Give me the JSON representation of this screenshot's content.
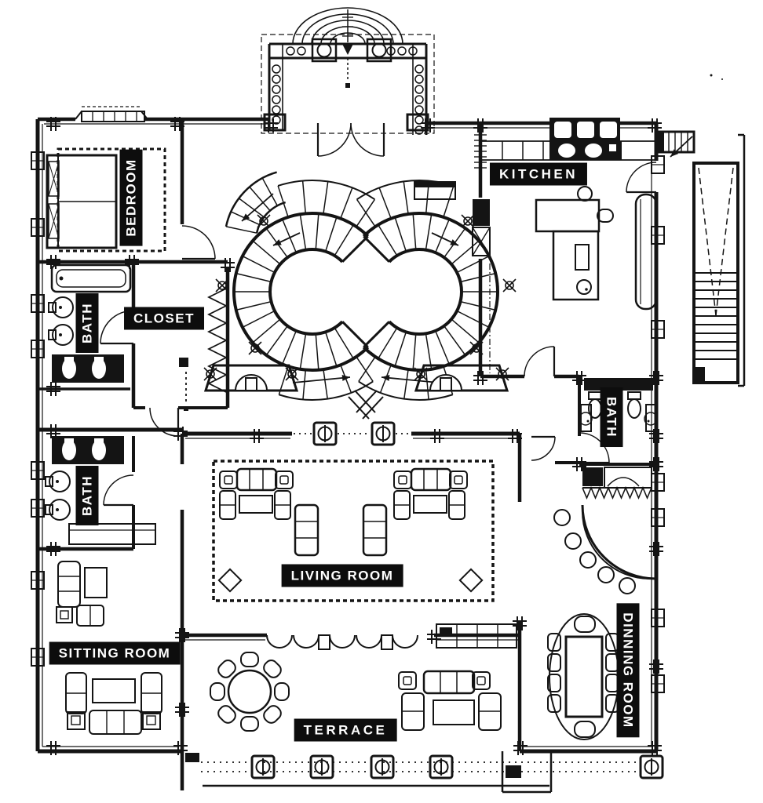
{
  "page": {
    "background_color": "#ffffff",
    "ink_color": "#141414",
    "label_background": "#0d0d0d",
    "label_text_color": "#ffffff"
  },
  "floor_plan": {
    "type": "architectural-floor-plan",
    "rooms": [
      {
        "id": "bedroom",
        "label": "BEDROOM",
        "orientation": "vertical-up"
      },
      {
        "id": "bath-upper-left",
        "label": "BATH",
        "orientation": "vertical-up"
      },
      {
        "id": "closet",
        "label": "CLOSET",
        "orientation": "horizontal"
      },
      {
        "id": "kitchen",
        "label": "KITCHEN",
        "orientation": "horizontal"
      },
      {
        "id": "bath-right",
        "label": "BATH",
        "orientation": "vertical-down"
      },
      {
        "id": "bath-lower-left",
        "label": "BATH",
        "orientation": "vertical-up"
      },
      {
        "id": "living-room",
        "label": "LIVING ROOM",
        "orientation": "horizontal"
      },
      {
        "id": "sitting-room",
        "label": "SITTING ROOM",
        "orientation": "horizontal"
      },
      {
        "id": "dinning-room",
        "label": "DINNING ROOM",
        "orientation": "vertical-down"
      },
      {
        "id": "terrace",
        "label": "TERRACE",
        "orientation": "horizontal"
      }
    ]
  }
}
